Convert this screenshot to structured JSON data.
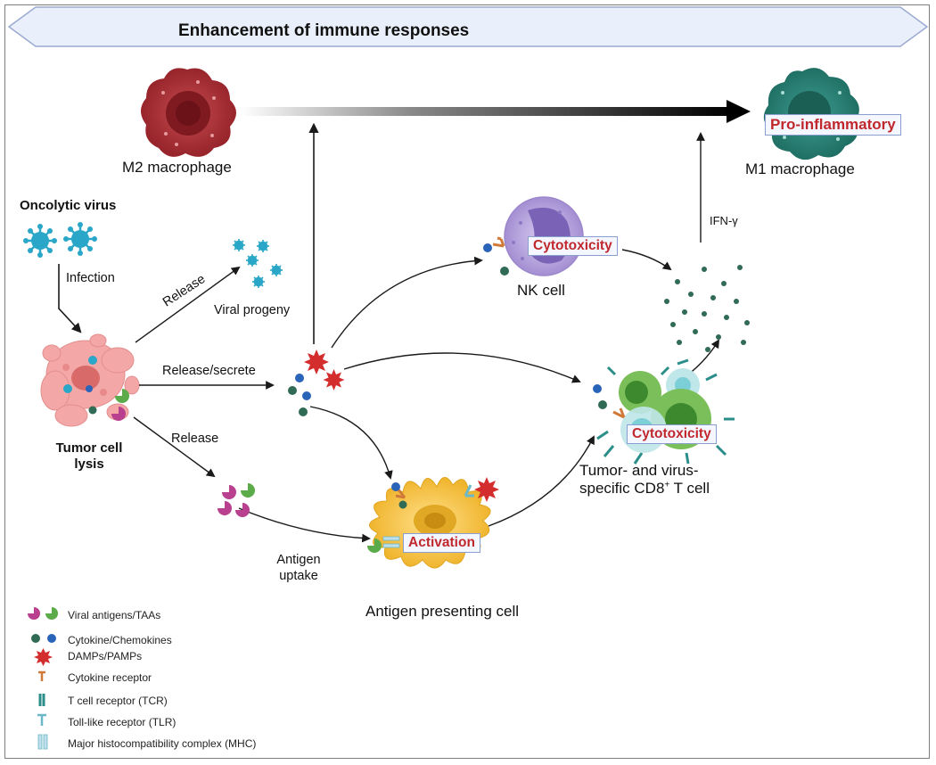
{
  "banner": {
    "title": "Enhancement of immune responses"
  },
  "labels": {
    "m2": "M2 macrophage",
    "m1": "M1 macrophage",
    "pro_inflammatory": "Pro-inflammatory",
    "oncolytic_virus": "Oncolytic virus",
    "infection": "Infection",
    "release_progeny": "Release",
    "viral_progeny": "Viral progeny",
    "release_secrete": "Release/secrete",
    "release_antigen": "Release",
    "tumor_lysis_1": "Tumor cell",
    "tumor_lysis_2": "lysis",
    "nk_cell": "NK cell",
    "nk_cytotoxicity": "Cytotoxicity",
    "ifn": "IFN-γ",
    "t_cytotoxicity": "Cytotoxicity",
    "t_cell_1": "Tumor- and virus-",
    "t_cell_2": "specific CD8",
    "t_cell_sup": "+",
    "t_cell_3": " T cell",
    "activation": "Activation",
    "apc": "Antigen presenting cell",
    "antigen_uptake_1": "Antigen",
    "antigen_uptake_2": "uptake"
  },
  "legend": [
    {
      "icon": "viral-antigen-icon",
      "label": "Viral antigens/TAAs"
    },
    {
      "icon": "cytokine-icon",
      "label": "Cytokine/Chemokines"
    },
    {
      "icon": "damp-icon",
      "label": "DAMPs/PAMPs"
    },
    {
      "icon": "cytokine-receptor-icon",
      "label": "Cytokine receptor"
    },
    {
      "icon": "tcr-icon",
      "label": "T cell receptor (TCR)"
    },
    {
      "icon": "tlr-icon",
      "label": "Toll-like receptor (TLR)"
    },
    {
      "icon": "mhc-icon",
      "label": "Major histocompatibility complex (MHC)"
    }
  ],
  "colors": {
    "m2": "#a8343a",
    "m1": "#2e8a7e",
    "virus": "#2aa6c8",
    "tumor": "#f3a7a7",
    "nk": "#b8a8de",
    "apc": "#f7c444",
    "tcell": "#7bbf5a",
    "damp": "#d42d2d",
    "cyto_blue": "#2a64b8",
    "cyto_green": "#2f6b55",
    "antigen_purple": "#b8408e",
    "antigen_green": "#5cab4a",
    "highlight": "#c0282d"
  }
}
